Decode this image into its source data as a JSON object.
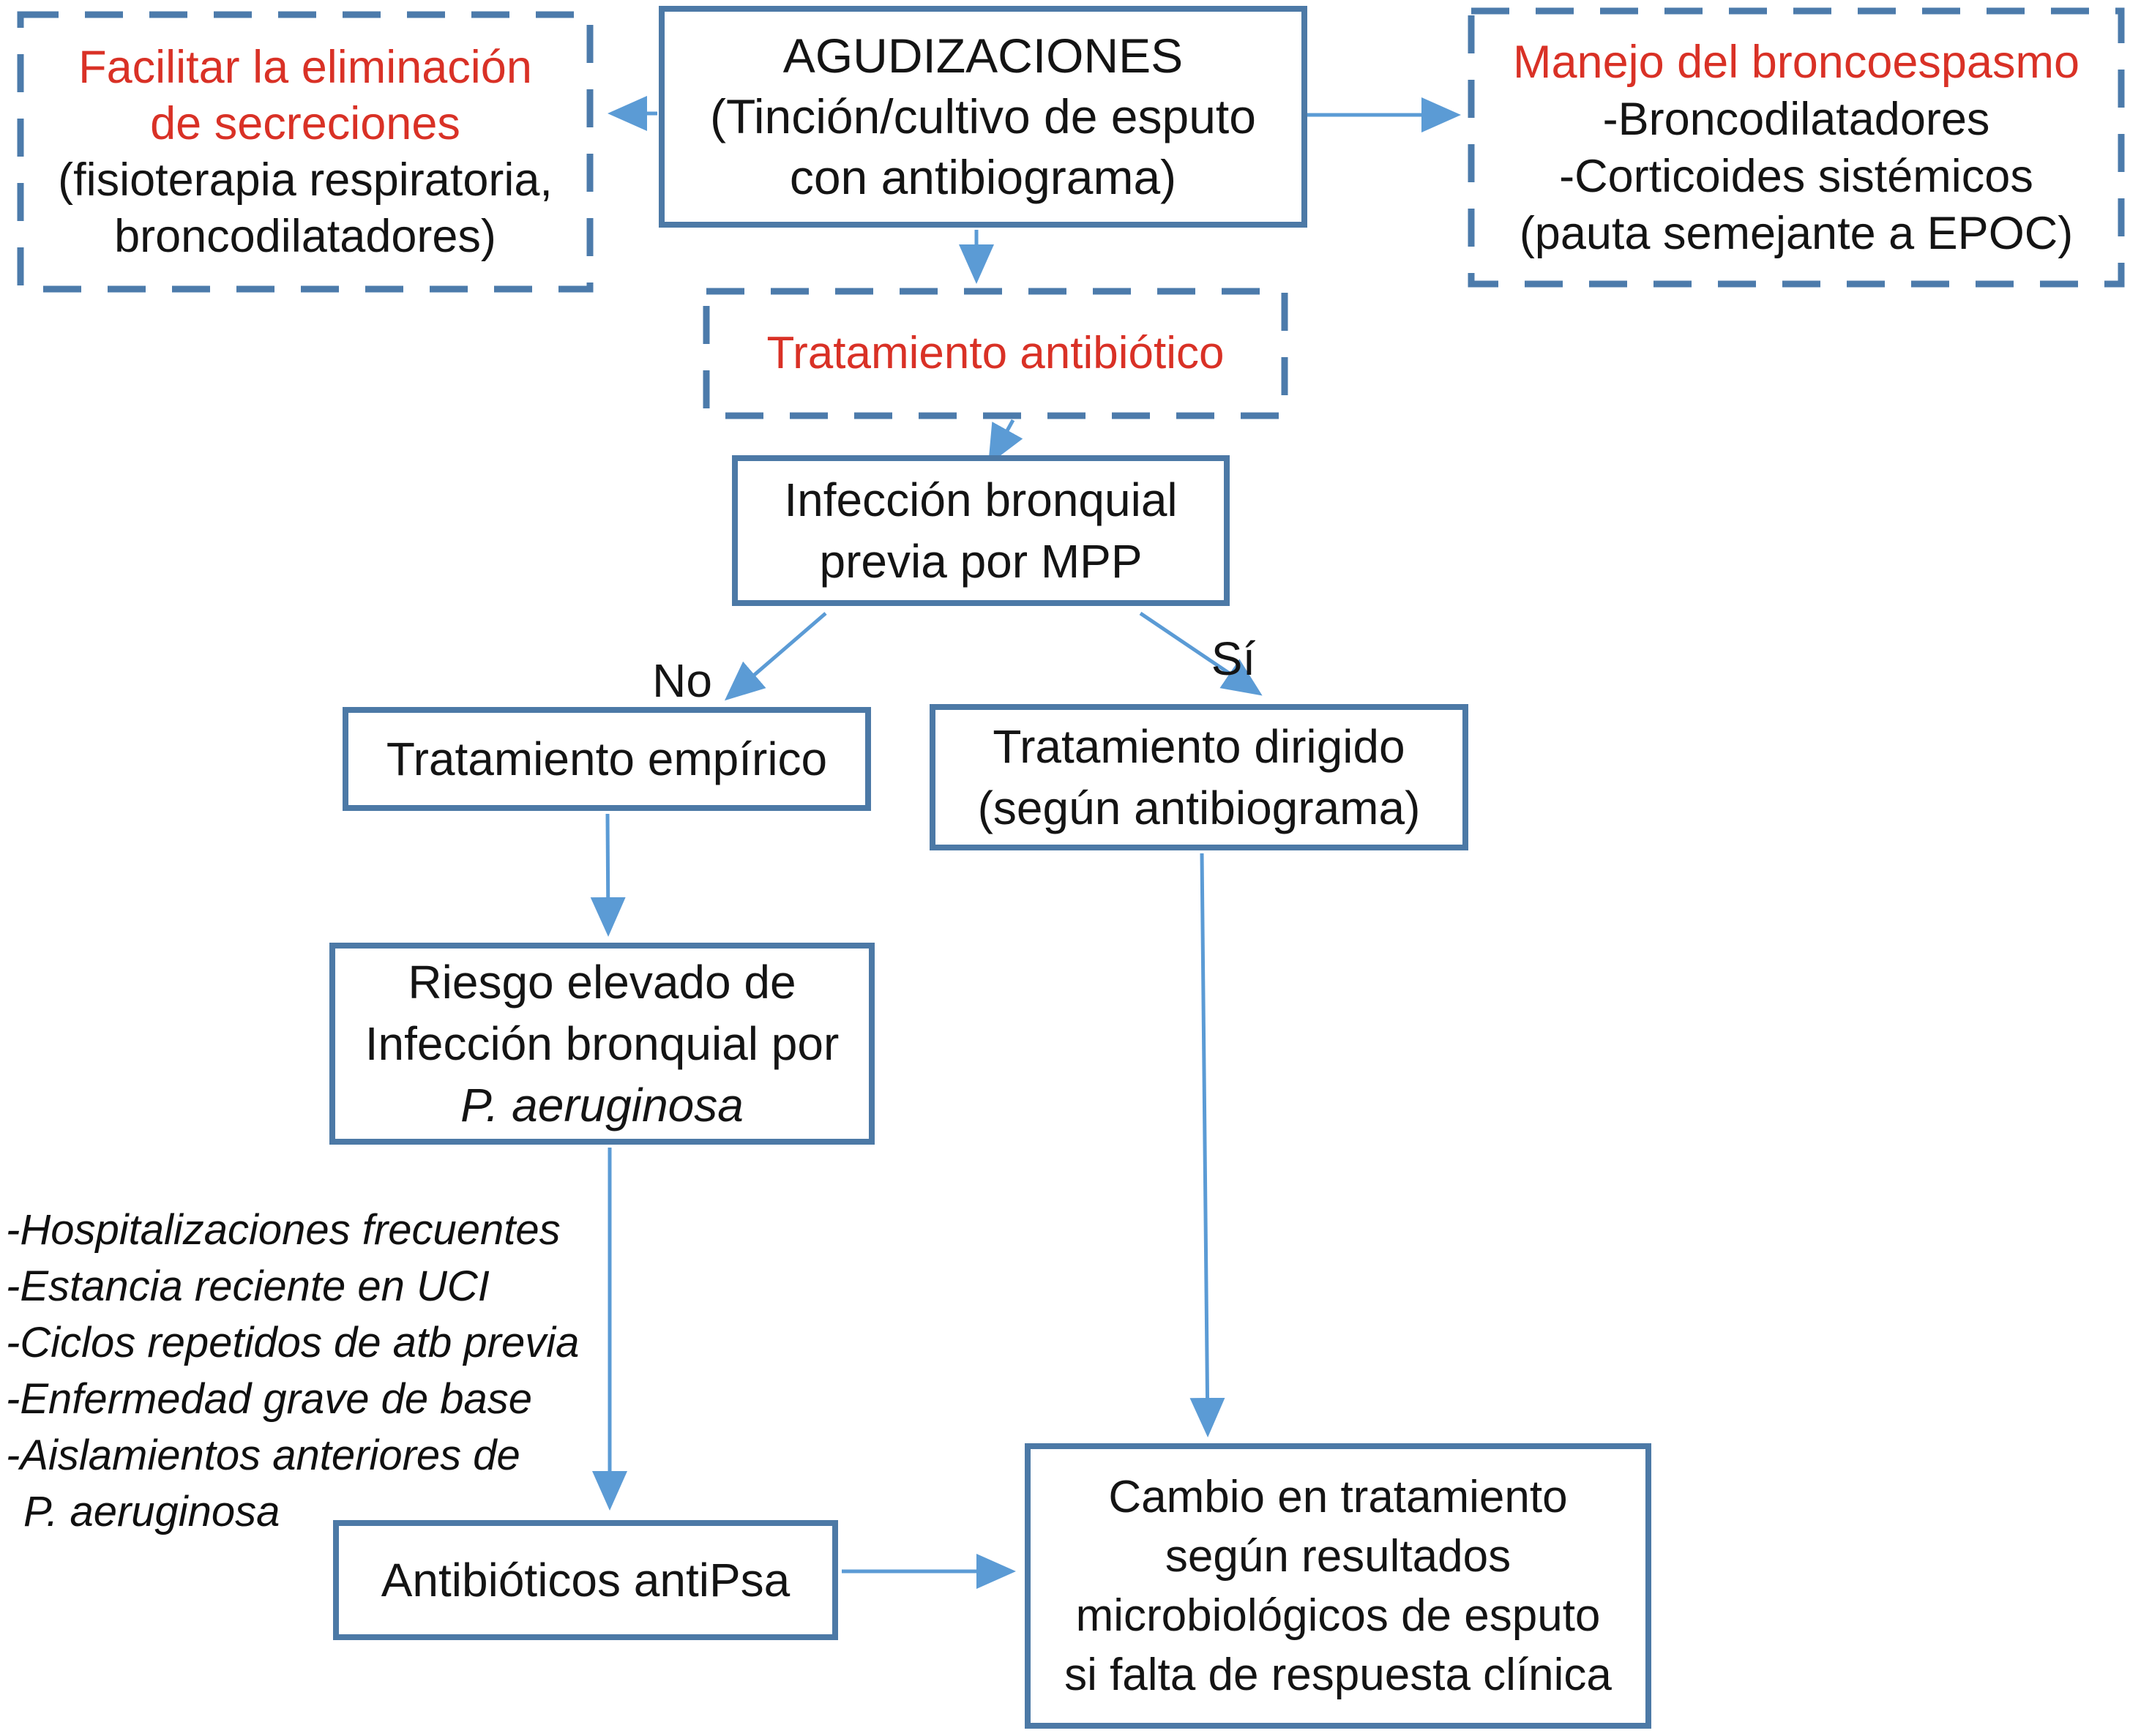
{
  "colors": {
    "border_blue": "#4c79a6",
    "dashed_blue": "#4c7bab",
    "arrow_blue": "#5b9bd5",
    "accent_red": "#d93126",
    "text_black": "#141414"
  },
  "nodes": {
    "agudizaciones": {
      "lines": [
        "AGUDIZACIONES",
        "(Tinción/cultivo de esputo",
        "con antibiograma)"
      ]
    },
    "facilitar": {
      "red_lines": [
        "Facilitar la eliminación",
        "de secreciones"
      ],
      "black_lines": [
        "(fisioterapia respiratoria,",
        "broncodilatadores)"
      ]
    },
    "manejo": {
      "red_line": "Manejo del broncoespasmo",
      "black_lines": [
        "-Broncodilatadores",
        "-Corticoides sistémicos",
        "(pauta semejante a EPOC)"
      ]
    },
    "tratamiento_antibiotico": {
      "red_line": "Tratamiento antibiótico"
    },
    "infeccion_mpp": {
      "lines": [
        "Infección bronquial",
        "previa por MPP"
      ]
    },
    "tratamiento_empirico": {
      "line": "Tratamiento empírico"
    },
    "tratamiento_dirigido": {
      "lines": [
        "Tratamiento dirigido",
        "(según antibiograma)"
      ]
    },
    "riesgo_elevado": {
      "lines": [
        "Riesgo elevado de",
        "Infección bronquial por"
      ],
      "italic_line": "P. aeruginosa"
    },
    "antibioticos_antipsa": {
      "line": "Antibióticos antiPsa"
    },
    "cambio_tratamiento": {
      "lines": [
        "Cambio en tratamiento",
        "según resultados",
        "microbiológicos de esputo",
        "si falta de respuesta clínica"
      ]
    }
  },
  "edge_labels": {
    "no": "No",
    "si": "Sí"
  },
  "risk_factors": {
    "items": [
      "-Hospitalizaciones frecuentes",
      "-Estancia reciente en UCI",
      "-Ciclos repetidos de atb previa",
      "-Enfermedad grave de base",
      "-Aislamientos anteriores de",
      "P. aeruginosa"
    ]
  }
}
